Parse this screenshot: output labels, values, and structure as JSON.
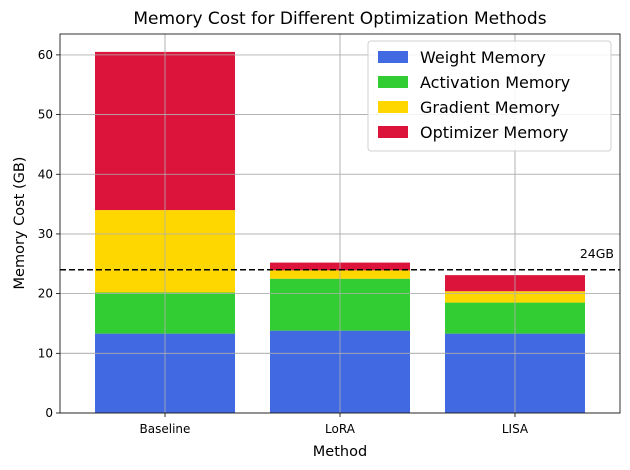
{
  "chart_data": {
    "type": "bar",
    "stacked": true,
    "title": "Memory Cost for Different Optimization Methods",
    "xlabel": "Method",
    "ylabel": "Memory Cost (GB)",
    "categories": [
      "Baseline",
      "LoRA",
      "LISA"
    ],
    "series": [
      {
        "name": "Weight Memory",
        "color": "#4169E1",
        "values": [
          13.3,
          13.8,
          13.3
        ]
      },
      {
        "name": "Activation Memory",
        "color": "#32CD32",
        "values": [
          6.9,
          8.7,
          5.2
        ]
      },
      {
        "name": "Gradient Memory",
        "color": "#FFD700",
        "values": [
          13.8,
          1.4,
          1.9
        ]
      },
      {
        "name": "Optimizer Memory",
        "color": "#DC143C",
        "values": [
          26.5,
          1.3,
          2.7
        ]
      }
    ],
    "ylim": [
      0,
      63.5
    ],
    "yticks": [
      0,
      10,
      20,
      30,
      40,
      50,
      60
    ],
    "grid": true,
    "legend_position": "top-right",
    "reference_line": {
      "value": 24,
      "label": "24GB",
      "style": "dashed",
      "color": "#000000"
    }
  }
}
